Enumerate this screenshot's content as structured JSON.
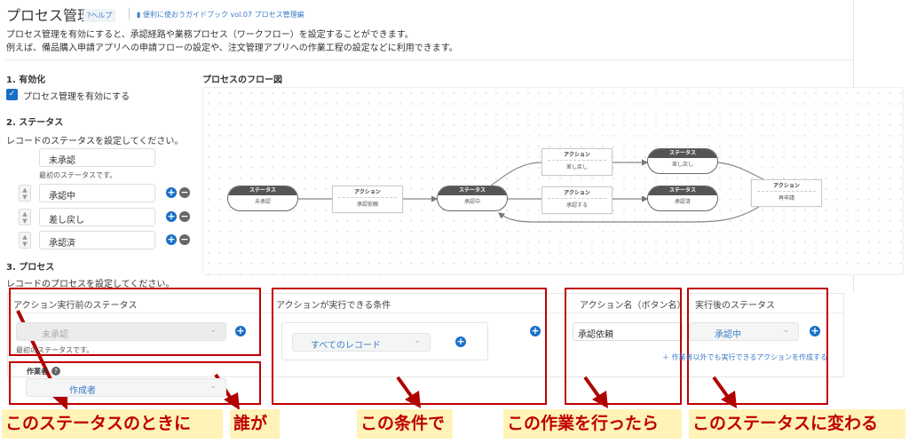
{
  "header": {
    "title": "プロセス管理",
    "help": "?ヘルプ",
    "guide_link": "便利に使おうガイドブック vol.07 プロセス管理編"
  },
  "description": [
    "プロセス管理を有効にすると、承認経路や業務プロセス（ワークフロー）を設定することができます。",
    "例えば、備品購入申請アプリへの申請フローの設定や、注文管理アプリへの作業工程の設定などに利用できます。"
  ],
  "enable": {
    "heading": "1. 有効化",
    "checkbox_label": "プロセス管理を有効にする",
    "checked": true
  },
  "status": {
    "heading": "2. ステータス",
    "help": "レコードのステータスを設定してください。",
    "first": "未承認",
    "first_note": "最初のステータスです。",
    "items": [
      "承認中",
      "差し戻し",
      "承認済"
    ]
  },
  "process": {
    "heading": "3. プロセス",
    "help": "レコードのプロセスを設定してください。",
    "columns": {
      "before": "アクション実行前のステータス",
      "condition": "アクションが実行できる条件",
      "action_name": "アクション名（ボタン名）",
      "after": "実行後のステータス"
    },
    "before_status": "未承認",
    "before_note": "最初のステータスです。",
    "assignee_label": "作業者",
    "assignee": "作成者",
    "condition": "すべてのレコード",
    "action_value": "承認依頼",
    "after_status": "承認中",
    "add_action_link": "作業者以外でも実行できるアクションを作成する"
  },
  "flow": {
    "title": "プロセスのフロー図",
    "status_header": "ステータス",
    "action_header": "アクション",
    "statuses": [
      "未承認",
      "承認中",
      "差し戻し",
      "承認済"
    ],
    "actions": [
      "承認依頼",
      "差し戻し",
      "承認する",
      "再申請"
    ]
  },
  "annotations": [
    "このステータスのときに",
    "誰が",
    "この条件で",
    "この作業を行ったら",
    "このステータスに変わる"
  ],
  "colors": {
    "accent": "#1a6fc9",
    "annotation_red": "#c00000",
    "annotation_bg": "#fff3b8"
  }
}
